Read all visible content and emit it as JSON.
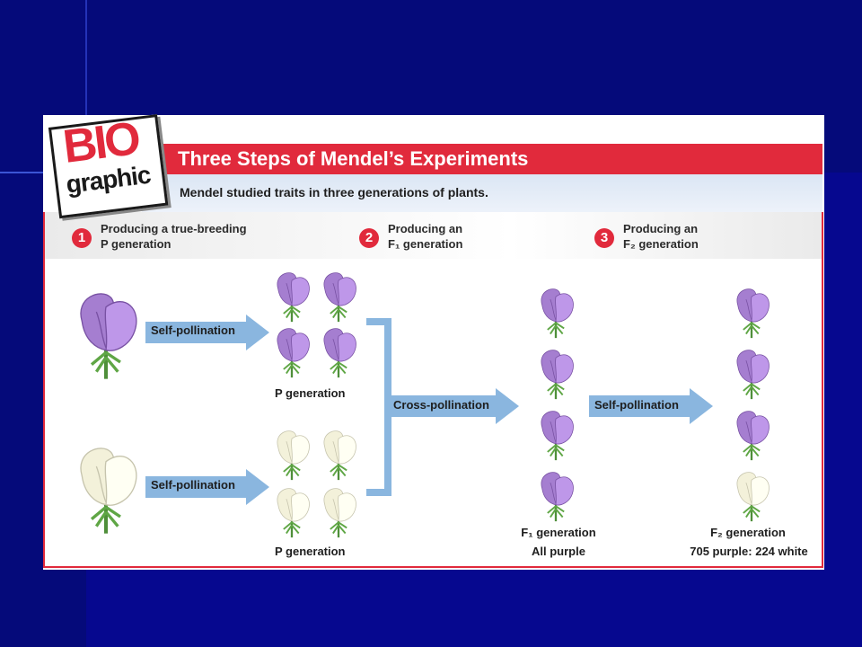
{
  "header": {
    "logo_bio": "BIO",
    "logo_graphic": "graphic",
    "title": "Three Steps of Mendel’s Experiments",
    "subtitle": "Mendel studied traits in three generations of plants."
  },
  "steps": [
    {
      "number": "1",
      "line1": "Producing a true-breeding",
      "line2": "P generation"
    },
    {
      "number": "2",
      "line1": "Producing an",
      "line2": "F₁ generation"
    },
    {
      "number": "3",
      "line1": "Producing an",
      "line2": "F₂ generation"
    }
  ],
  "arrows": {
    "self_pollination_top": "Self-pollination",
    "self_pollination_bottom": "Self-pollination",
    "cross_pollination": "Cross-pollination",
    "self_pollination_f1": "Self-pollination"
  },
  "labels": {
    "p_generation_top": "P generation",
    "p_generation_bottom": "P generation",
    "f1_generation": "F₁ generation",
    "f1_result": "All purple",
    "f2_generation": "F₂ generation",
    "f2_result": "705 purple: 224 white"
  },
  "colors": {
    "purple": "#a57ed0",
    "white": "#f3f1da",
    "accent_red": "#e12a3c",
    "arrow_blue": "#8ab6df"
  }
}
